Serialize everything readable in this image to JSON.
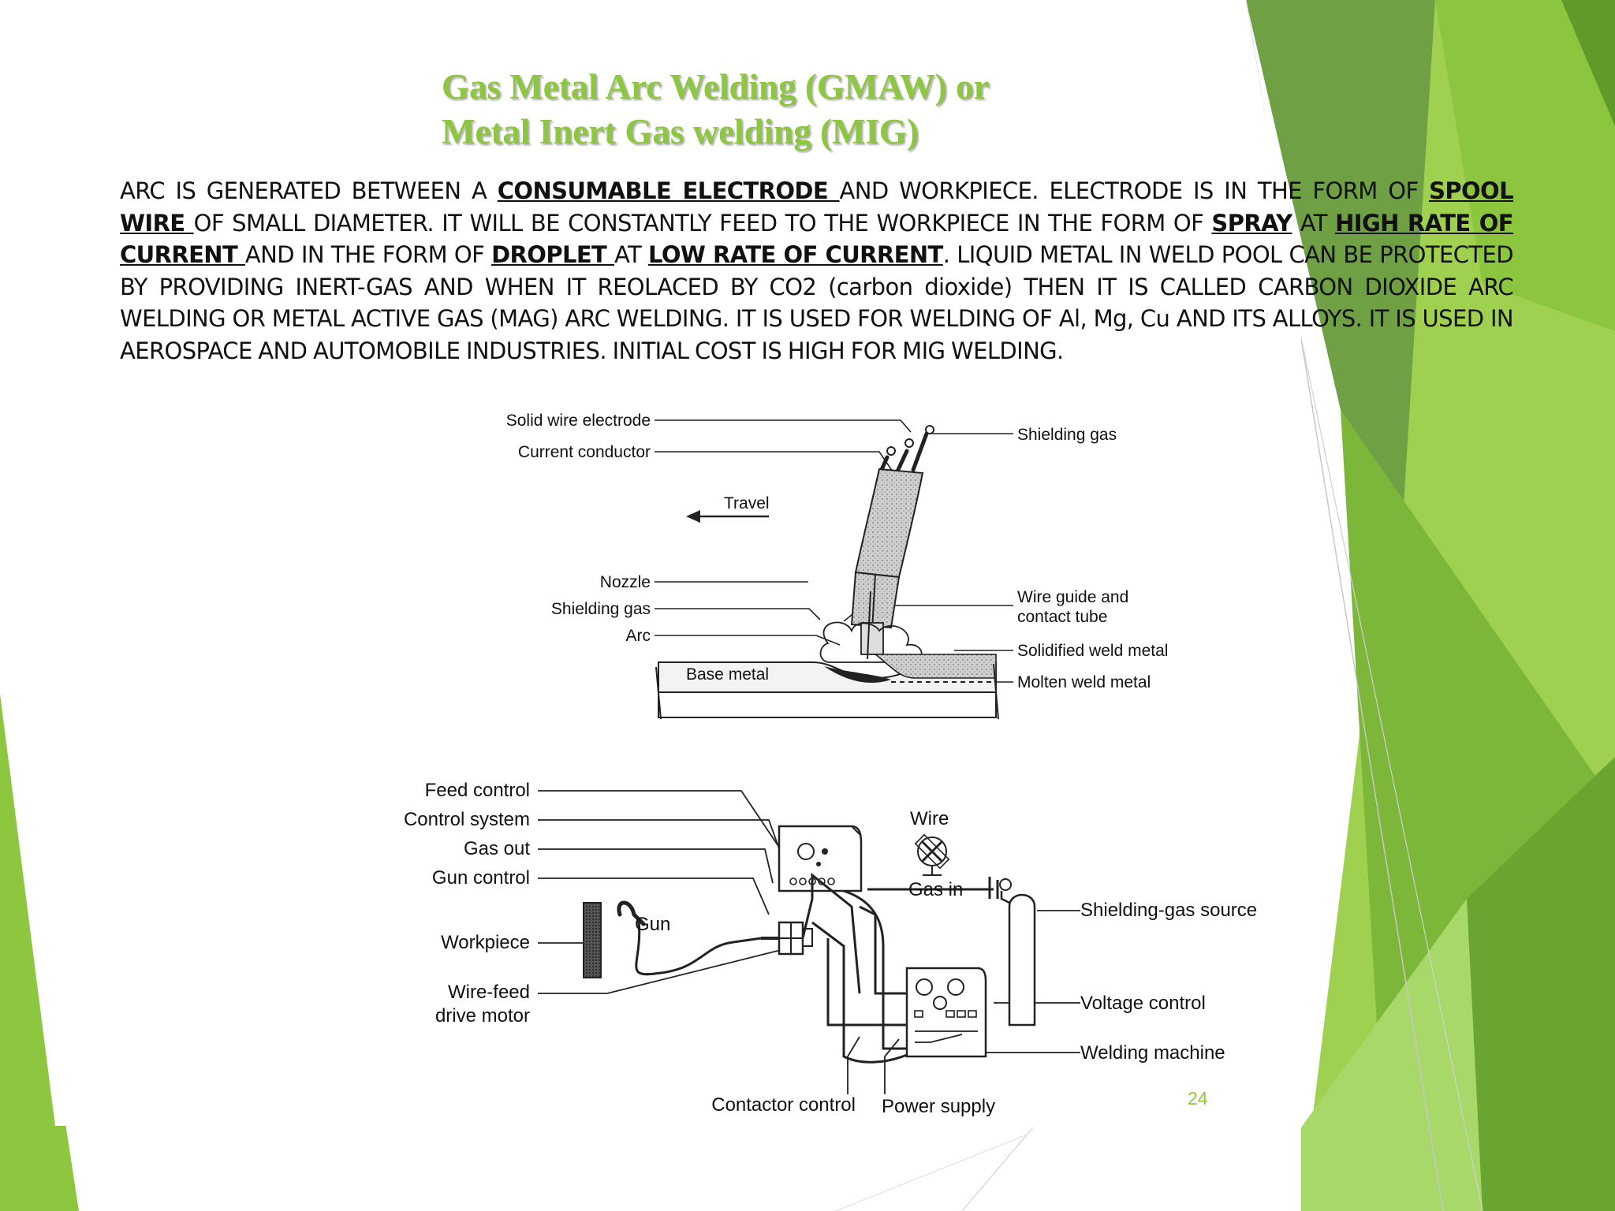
{
  "slide": {
    "title_line1": "Gas Metal Arc Welding (GMAW) or",
    "title_line2": "Metal Inert Gas welding (MIG)",
    "body": [
      {
        "t": "ARC IS GENERATED BETWEEN A ",
        "u": false
      },
      {
        "t": "CONSUMABLE ELECTRODE ",
        "u": true
      },
      {
        "t": "AND WORKPIECE. ELECTRODE IS IN THE FORM OF ",
        "u": false
      },
      {
        "t": "SPOOL WIRE ",
        "u": true
      },
      {
        "t": "OF SMALL DIAMETER. IT WILL BE CONSTANTLY FEED TO THE WORKPIECE IN THE FORM OF ",
        "u": false
      },
      {
        "t": "SPRAY",
        "u": true
      },
      {
        "t": " AT ",
        "u": false
      },
      {
        "t": "HIGH RATE OF CURRENT ",
        "u": true
      },
      {
        "t": "AND IN THE FORM OF ",
        "u": false
      },
      {
        "t": "DROPLET ",
        "u": true
      },
      {
        "t": "AT ",
        "u": false
      },
      {
        "t": "LOW RATE OF CURRENT",
        "u": true
      },
      {
        "t": ". LIQUID METAL IN WELD POOL CAN BE PROTECTED BY PROVIDING INERT-GAS AND WHEN IT REOLACED BY CO2 (carbon dioxide) THEN IT IS CALLED CARBON DIOXIDE ARC WELDING OR METAL ACTIVE GAS (MAG) ARC WELDING. IT IS USED FOR WELDING OF Al, Mg, Cu AND ITS ALLOYS. IT IS USED IN AEROSPACE AND AUTOMOBILE INDUSTRIES. INITIAL COST IS HIGH FOR MIG WELDING.",
        "u": false
      }
    ],
    "page_number": "24"
  },
  "diagram_top": {
    "solid_wire_electrode": "Solid wire electrode",
    "current_conductor": "Current conductor",
    "shielding_gas_top": "Shielding gas",
    "travel": "Travel",
    "nozzle": "Nozzle",
    "shielding_gas": "Shielding gas",
    "arc": "Arc",
    "wire_guide_1": "Wire guide and",
    "wire_guide_2": "contact tube",
    "solidified_weld_metal": "Solidified weld metal",
    "base_metal": "Base metal",
    "molten_weld_metal": "Molten weld metal"
  },
  "diagram_bottom": {
    "feed_control": "Feed control",
    "control_system": "Control system",
    "gas_out": "Gas out",
    "gun_control": "Gun control",
    "gun": "Gun",
    "workpiece": "Workpiece",
    "wire_feed_1": "Wire-feed",
    "wire_feed_2": "drive motor",
    "wire": "Wire",
    "gas_in": "Gas in",
    "shielding_gas_source": "Shielding-gas source",
    "voltage_control": "Voltage control",
    "welding_machine": "Welding machine",
    "contactor_control": "Contactor control",
    "power_supply": "Power supply"
  },
  "theme": {
    "accent": "#8dc63f",
    "dark_accent": "#5a9a1e"
  }
}
